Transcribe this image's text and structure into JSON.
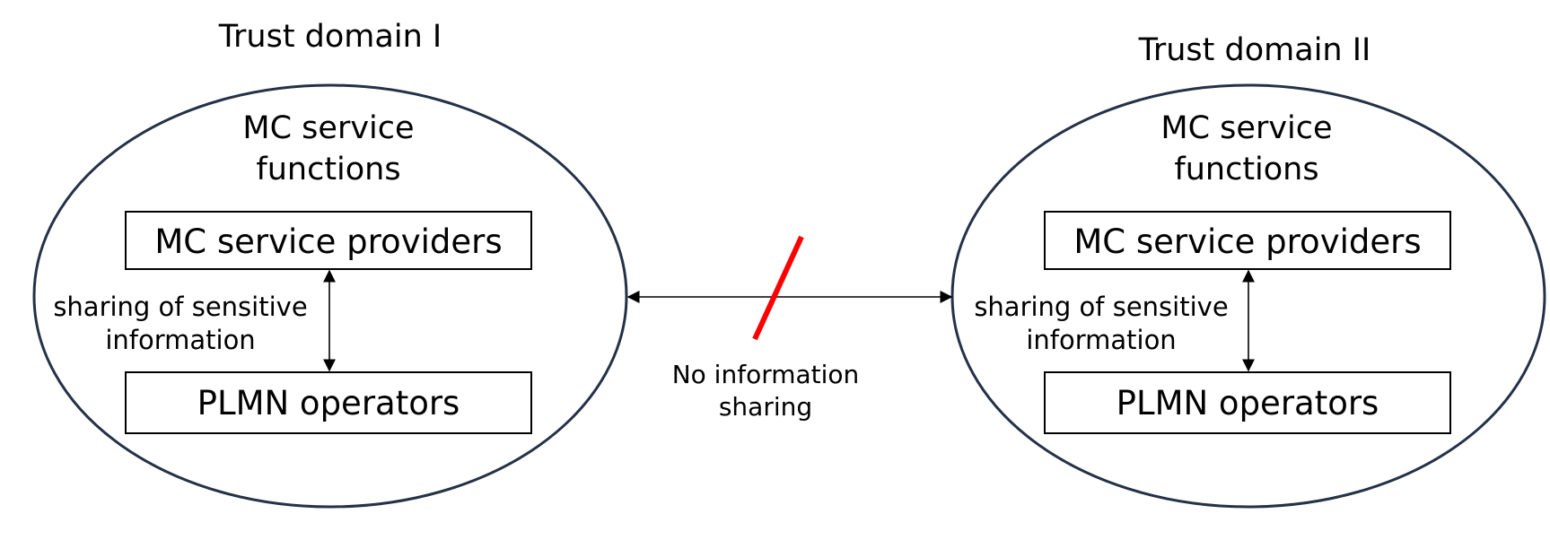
{
  "diagram": {
    "domain_left": {
      "title": "Trust domain I",
      "functions_line1": "MC service",
      "functions_line2": "functions",
      "providers_box": "MC service providers",
      "operators_box": "PLMN operators",
      "sharing_line1": "sharing of sensitive",
      "sharing_line2": "information"
    },
    "domain_right": {
      "title": "Trust domain II",
      "functions_line1": "MC service",
      "functions_line2": "functions",
      "providers_box": "MC service providers",
      "operators_box": "PLMN operators",
      "sharing_line1": "sharing of sensitive",
      "sharing_line2": "information"
    },
    "middle": {
      "label_line1": "No information",
      "label_line2": "sharing"
    },
    "colors": {
      "ellipse_stroke": "#243147",
      "blocker": "#ff0000",
      "text": "#000000"
    }
  }
}
